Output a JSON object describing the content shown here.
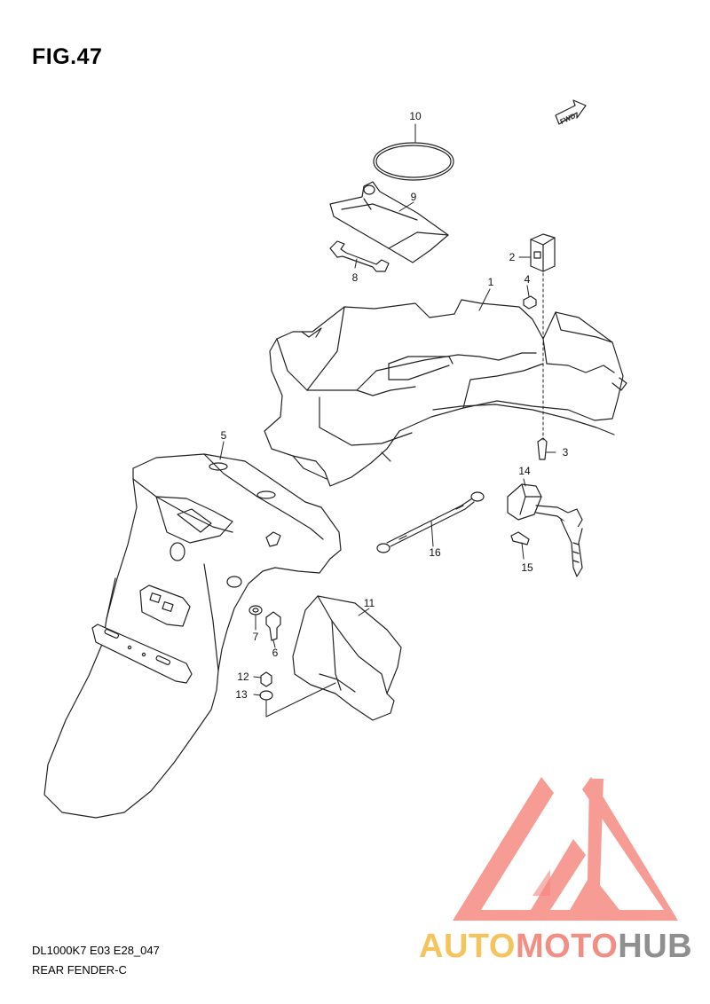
{
  "figure": {
    "title": "FIG.47",
    "model_code": "DL1000K7 E03 E28_047",
    "section_name": "REAR FENDER-C",
    "direction_label": "FWD"
  },
  "callouts": [
    "1",
    "2",
    "3",
    "4",
    "5",
    "6",
    "7",
    "8",
    "9",
    "10",
    "11",
    "12",
    "13",
    "14",
    "15",
    "16"
  ],
  "watermark": {
    "brand_part_1": "AUTO",
    "brand_part_2": "MOTO",
    "brand_part_3": "HUB",
    "colors": {
      "auto": "#f6c45c",
      "moto": "#f28e84",
      "hub": "#8f8f8f",
      "triangle": "#f4867d"
    }
  },
  "colors": {
    "line": "#222222",
    "background": "#ffffff"
  }
}
